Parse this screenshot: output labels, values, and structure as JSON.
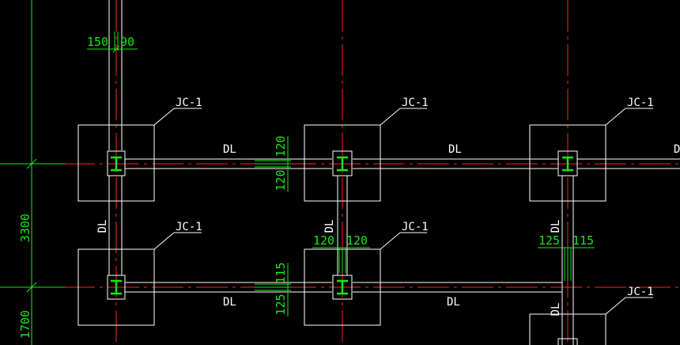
{
  "colors": {
    "background": "#000000",
    "outline": "#ffffff",
    "axis": "#ff2020",
    "dimension": "#19e619",
    "steel": "#19e619"
  },
  "labels": {
    "footing_tag": "JC-1",
    "beam_tag": "DL"
  },
  "dimensions": {
    "top_left": "150",
    "top_right": "90",
    "beam1_upper": "120",
    "beam1_lower": "120",
    "col2_left": "120",
    "col2_right": "120",
    "beam2_upper": "115",
    "beam2_lower": "125",
    "col3_left": "125",
    "col3_right": "115",
    "span_upper": "3300",
    "span_lower": "1700"
  }
}
